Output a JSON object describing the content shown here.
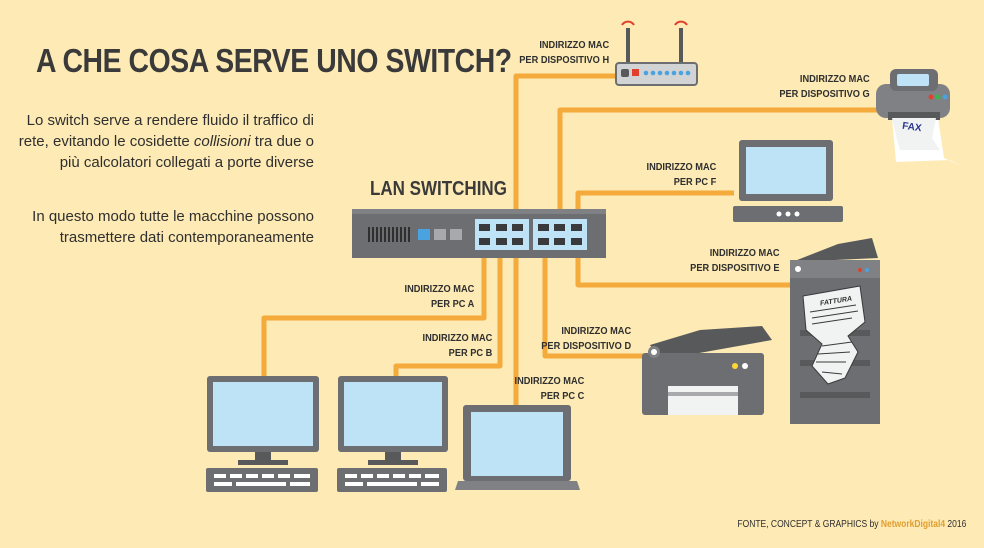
{
  "title": "A CHE COSA SERVE UNO SWITCH?",
  "intro": {
    "p1_before": "Lo switch serve a rendere fluido il traffico di rete, evitando le cosidette ",
    "p1_italic": "collisioni",
    "p1_after": " tra due o più calcolatori collegati a porte diverse",
    "p2": "In questo modo tutte le macchine possono trasmettere dati contemporaneamente"
  },
  "switch_label": "LAN SWITCHING",
  "devices": {
    "h": {
      "line1": "INDIRIZZO MAC",
      "line2": "PER DISPOSITIVO",
      "letter": "H"
    },
    "g": {
      "line1": "INDIRIZZO MAC",
      "line2": "PER DISPOSITIVO",
      "letter": "G"
    },
    "f": {
      "line1": "INDIRIZZO MAC",
      "line2": "PER PC",
      "letter": "F"
    },
    "e": {
      "line1": "INDIRIZZO MAC",
      "line2": "PER DISPOSITIVO",
      "letter": "E"
    },
    "a": {
      "line1": "INDIRIZZO MAC",
      "line2": "PER PC",
      "letter": "A"
    },
    "b": {
      "line1": "INDIRIZZO MAC",
      "line2": "PER PC",
      "letter": "B"
    },
    "c": {
      "line1": "INDIRIZZO MAC",
      "line2": "PER PC",
      "letter": "C"
    },
    "d": {
      "line1": "INDIRIZZO MAC",
      "line2": "PER DISPOSITIVO",
      "letter": "D"
    }
  },
  "fax_label": "FAX",
  "printer_paper_label": "FATTURA",
  "credit": {
    "prefix": "FONTE, CONCEPT & GRAPHICS by ",
    "brand": "NetworkDigital4",
    "year": " 2016"
  },
  "colors": {
    "background": "#fdeab4",
    "cable": "#f4ab3c",
    "device_gray": "#6d6e71",
    "screen_blue": "#bfe3f6"
  }
}
